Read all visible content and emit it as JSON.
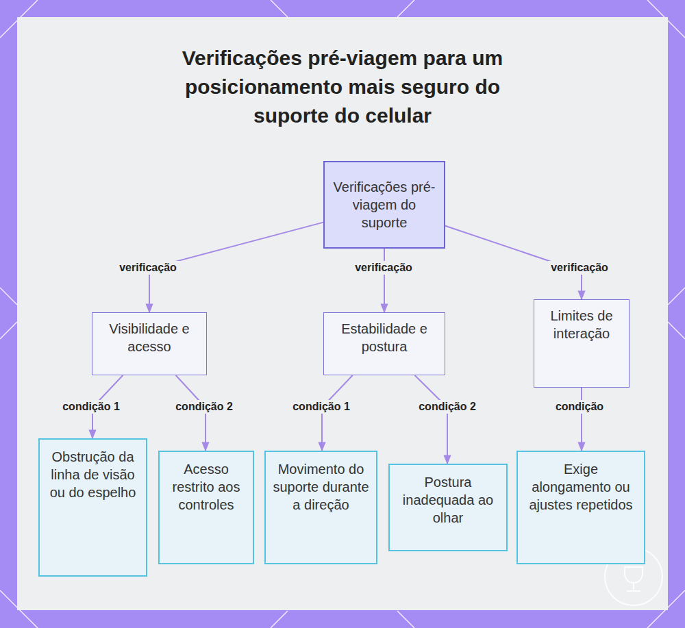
{
  "diagram": {
    "title": "Verificações pré-viagem para um posicionamento mais seguro do suporte do celular",
    "nodes": [
      {
        "text": [
          "Verificações pré-viagem do suporte"
        ]
      },
      {
        "text": [
          "Visibilidade e acesso"
        ]
      },
      {
        "text": [
          "Estabilidade e postura"
        ]
      },
      {
        "text": [
          "Limites de interação"
        ]
      },
      {
        "text": [
          "Obstrução da linha de visão ou do espelho"
        ]
      },
      {
        "text": [
          "Acesso restrito aos controles"
        ]
      },
      {
        "text": [
          "Movimento do suporte durante a direção"
        ]
      },
      {
        "text": [
          "Postura inadequada ao olhar"
        ]
      },
      {
        "text": [
          "Exige alongamento ou ajustes repetidos"
        ]
      }
    ],
    "edges": [
      {
        "from": 0,
        "to": 1,
        "label": "verificação",
        "arrow": "to"
      },
      {
        "from": 0,
        "to": 2,
        "label": "verificação",
        "arrow": "to"
      },
      {
        "from": 0,
        "to": 3,
        "label": "verificação",
        "arrow": "to"
      },
      {
        "from": 1,
        "to": 4,
        "label": "condição 1",
        "arrow": "to"
      },
      {
        "from": 1,
        "to": 5,
        "label": "condição 2",
        "arrow": "to"
      },
      {
        "from": 2,
        "to": 6,
        "label": "condição 1",
        "arrow": "to"
      },
      {
        "from": 2,
        "to": 7,
        "label": "condição 2",
        "arrow": "to"
      },
      {
        "from": 3,
        "to": 8,
        "label": "condição",
        "arrow": "to"
      }
    ]
  }
}
